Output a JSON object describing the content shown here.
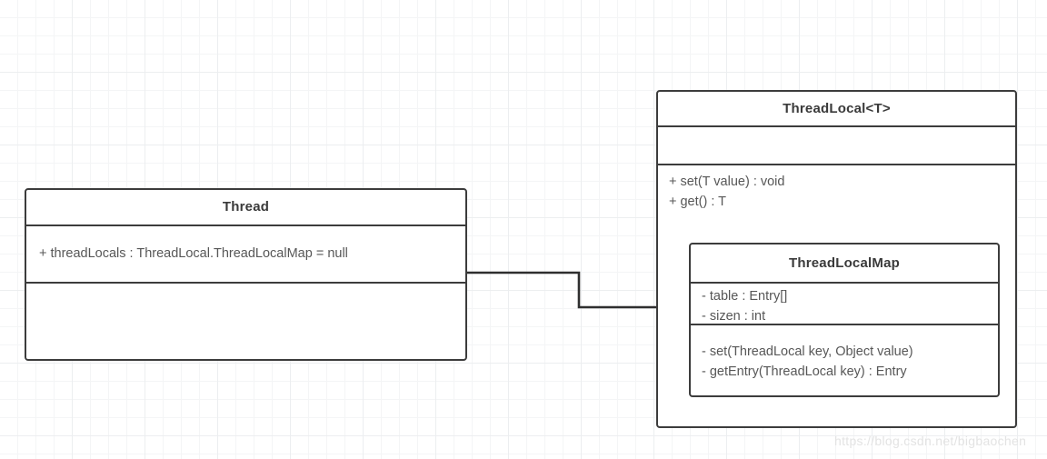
{
  "diagram": {
    "type": "uml-class-diagram",
    "background": "#ffffff",
    "grid_color": "#eceef0",
    "border_color": "#3c3c3c",
    "title_color": "#3a3a3a",
    "text_color": "#575757",
    "classes": [
      {
        "id": "thread",
        "name": "Thread",
        "attributes": [
          "+ threadLocals : ThreadLocal.ThreadLocalMap = null"
        ],
        "methods": []
      },
      {
        "id": "threadlocal",
        "name": "ThreadLocal<T>",
        "attributes": [],
        "methods": [
          "+ set(T value) : void",
          "+ get() : T"
        ]
      },
      {
        "id": "threadlocalmap",
        "name": "ThreadLocalMap",
        "attributes": [
          "- table : Entry[]",
          "- sizen : int"
        ],
        "methods": [
          "- set(ThreadLocal key, Object value)",
          "- getEntry(ThreadLocal key) :  Entry"
        ]
      }
    ],
    "relationships": [
      {
        "from": "thread",
        "to": "threadlocalmap",
        "style": "orthogonal-arrow",
        "arrow": "open-filled"
      }
    ]
  },
  "watermark": {
    "text": "https://blog.csdn.net/bigbaochen",
    "color": "#e3e3e3"
  }
}
